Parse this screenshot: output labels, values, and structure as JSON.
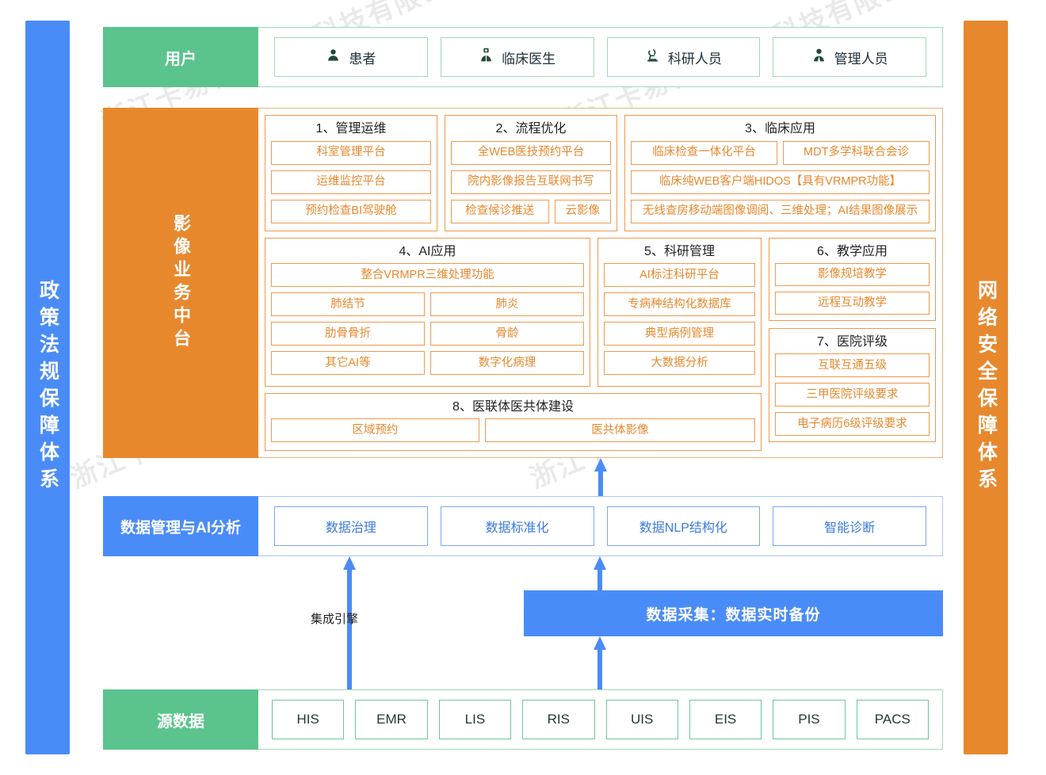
{
  "colors": {
    "green": "#5bc38d",
    "green_border": "#9fd9ba",
    "orange": "#e8882d",
    "orange_border": "#ef9a4e",
    "blue": "#4a8cf7",
    "blue_border": "#7aa7f5",
    "text_dark": "#222222"
  },
  "watermark": {
    "text": "浙江卡易智慧医疗科技有限公司"
  },
  "left_bar": {
    "label": "政策法规保障体系"
  },
  "right_bar": {
    "label": "网络安全保障体系"
  },
  "user_band": {
    "label": "用户",
    "items": [
      {
        "label": "患者",
        "icon": "user-icon"
      },
      {
        "label": "临床医生",
        "icon": "doctor-icon"
      },
      {
        "label": "科研人员",
        "icon": "microscope-icon"
      },
      {
        "label": "管理人员",
        "icon": "manager-icon"
      }
    ]
  },
  "platform": {
    "label": "影像业务中台",
    "groups": [
      {
        "title": "1、管理运维",
        "rows": [
          [
            {
              "label": "科室管理平台"
            }
          ],
          [
            {
              "label": "运维监控平台"
            }
          ],
          [
            {
              "label": "预约检查BI驾驶舱"
            }
          ]
        ]
      },
      {
        "title": "2、流程优化",
        "rows": [
          [
            {
              "label": "全WEB医技预约平台"
            }
          ],
          [
            {
              "label": "院内影像报告互联网书写"
            }
          ],
          [
            {
              "label": "检查候诊推送"
            },
            {
              "label": "云影像"
            }
          ]
        ]
      },
      {
        "title": "3、临床应用",
        "rows": [
          [
            {
              "label": "临床检查一体化平台"
            },
            {
              "label": "MDT多学科联合会诊"
            }
          ],
          [
            {
              "label": "临床纯WEB客户端HIDOS【具有VRMPR功能】"
            }
          ],
          [
            {
              "label": "无线查房移动端图像调阅、三维处理；AI结果图像展示"
            }
          ]
        ]
      },
      {
        "title": "4、AI应用",
        "rows": [
          [
            {
              "label": "整合VRMPR三维处理功能"
            }
          ],
          [
            {
              "label": "肺结节"
            },
            {
              "label": "肺炎"
            }
          ],
          [
            {
              "label": "肋骨骨折"
            },
            {
              "label": "骨龄"
            }
          ],
          [
            {
              "label": "其它AI等"
            },
            {
              "label": "数字化病理"
            }
          ]
        ]
      },
      {
        "title": "5、科研管理",
        "rows": [
          [
            {
              "label": "AI标注科研平台"
            }
          ],
          [
            {
              "label": "专病种结构化数据库"
            }
          ],
          [
            {
              "label": "典型病例管理"
            }
          ],
          [
            {
              "label": "大数据分析"
            }
          ]
        ]
      },
      {
        "title": "6、教学应用",
        "rows": [
          [
            {
              "label": "影像规培教学"
            }
          ],
          [
            {
              "label": "远程互动教学"
            }
          ]
        ]
      },
      {
        "title": "7、医院评级",
        "rows": [
          [
            {
              "label": "互联互通五级"
            }
          ],
          [
            {
              "label": "三甲医院评级要求"
            }
          ],
          [
            {
              "label": "电子病历6级评级要求"
            }
          ]
        ]
      },
      {
        "title": "8、医联体医共体建设",
        "rows": [
          [
            {
              "label": "区域预约"
            },
            {
              "label": "医共体影像"
            }
          ]
        ]
      }
    ]
  },
  "data_band": {
    "label": "数据管理与AI分析",
    "items": [
      {
        "label": "数据治理"
      },
      {
        "label": "数据标准化"
      },
      {
        "label": "数据NLP结构化"
      },
      {
        "label": "智能诊断"
      }
    ]
  },
  "mid_zone": {
    "integration_label": "集成引擎",
    "collect_bar_label": "数据采集：数据实时备份"
  },
  "source_band": {
    "label": "源数据",
    "items": [
      {
        "label": "HIS"
      },
      {
        "label": "EMR"
      },
      {
        "label": "LIS"
      },
      {
        "label": "RIS"
      },
      {
        "label": "UIS"
      },
      {
        "label": "EIS"
      },
      {
        "label": "PIS"
      },
      {
        "label": "PACS"
      }
    ]
  }
}
